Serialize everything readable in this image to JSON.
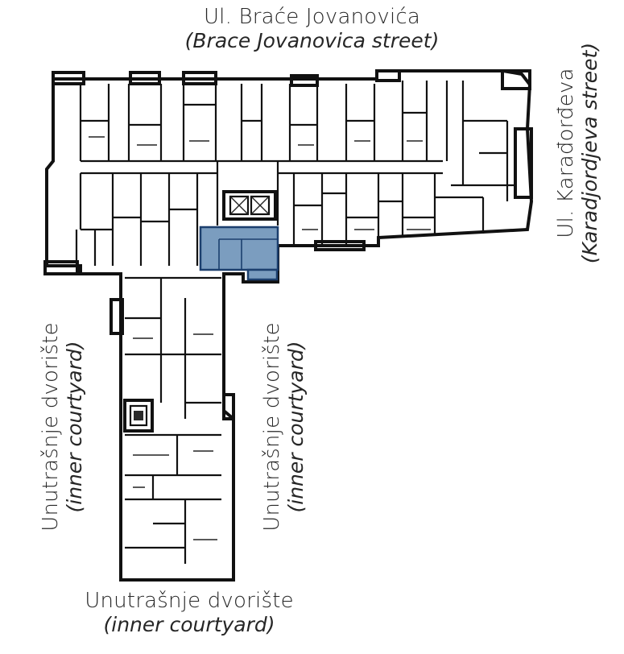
{
  "labels": {
    "top": {
      "main": "Ul. Braće Jovanovića",
      "sub": "(Brace Jovanovica street)"
    },
    "right": {
      "main": "Ul. Karađorđeva",
      "sub": "(Karadjordjeva street)"
    },
    "left": {
      "main": "Unutrašnje dvorište",
      "sub": "(inner courtyard)"
    },
    "middle": {
      "main": "Unutrašnje dvorište",
      "sub": "(inner courtyard)"
    },
    "bottom": {
      "main": "Unutrašnje dvorište",
      "sub": "(inner courtyard)"
    }
  },
  "colors": {
    "highlight": "#7b9dbf",
    "highlight_stroke": "#1c3f6e",
    "wall": "#111111"
  }
}
